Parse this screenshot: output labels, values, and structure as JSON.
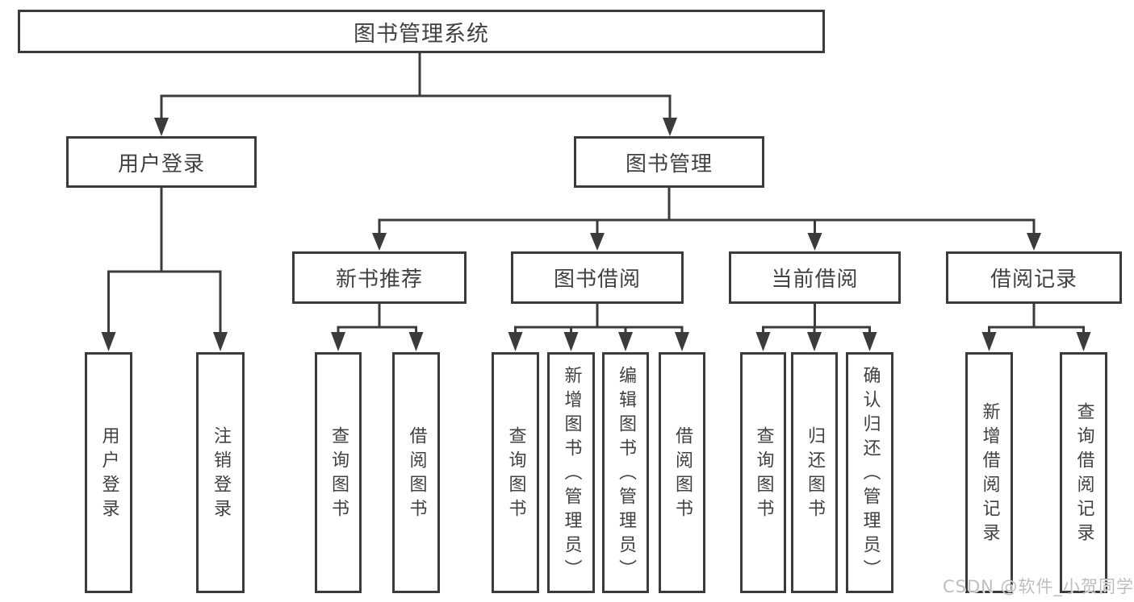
{
  "colors": {
    "line": "#3b3b3b",
    "text": "#414141",
    "watermark": "#bfbebd",
    "background": "#ffffff"
  },
  "tree": {
    "root": {
      "label": "图书管理系统"
    },
    "branches": [
      {
        "label": "用户登录",
        "leaves": [
          "用户登录",
          "注销登录"
        ]
      },
      {
        "label": "图书管理",
        "groups": [
          {
            "label": "新书推荐",
            "leaves": [
              "查询图书",
              "借阅图书"
            ]
          },
          {
            "label": "图书借阅",
            "leaves": [
              "查询图书",
              "新增图书（管理员）",
              "编辑图书（管理员）",
              "借阅图书"
            ]
          },
          {
            "label": "当前借阅",
            "leaves": [
              "查询图书",
              "归还图书",
              "确认归还（管理员）"
            ]
          },
          {
            "label": "借阅记录",
            "leaves": [
              "新增借阅记录",
              "查询借阅记录"
            ]
          }
        ]
      }
    ]
  },
  "watermark": {
    "text": "CSDN @软件_小贺同学"
  }
}
